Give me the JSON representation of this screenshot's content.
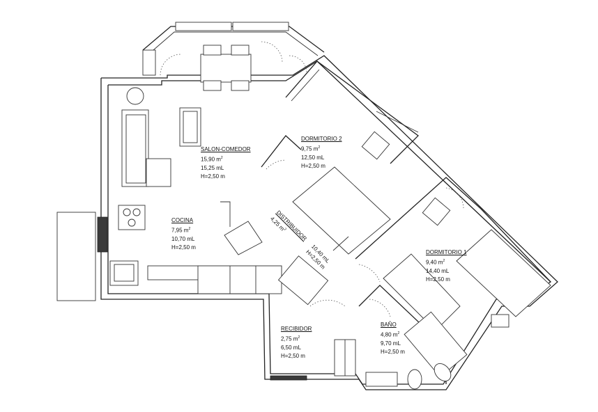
{
  "rooms": {
    "salon": {
      "name": "SALON-COMEDOR",
      "area_value": "15,90 m",
      "area_sup": "2",
      "perimeter": "15,25 mL",
      "height": "H=2,50 m"
    },
    "cocina": {
      "name": "COCINA",
      "area_value": "7,95 m",
      "area_sup": "2",
      "perimeter": "10,70 mL",
      "height": "H=2,50 m"
    },
    "dorm2": {
      "name": "DORMITORIO 2",
      "area_value": "9,75 m",
      "area_sup": "2",
      "perimeter": "12,50 mL",
      "height": "H=2,50 m"
    },
    "dorm1": {
      "name": "DORMITORIO 1",
      "area_value": "9,40 m",
      "area_sup": "2",
      "perimeter": "14,40 mL",
      "height": "H=2,50 m"
    },
    "distribuidor": {
      "name": "DISTRIBUIDOR",
      "area_value": "4,25 m",
      "area_sup": "2",
      "perimeter": "10,40 mL",
      "height": "H=2,50 m"
    },
    "bano": {
      "name": "BAÑO",
      "area_value": "4,80 m",
      "area_sup": "2",
      "perimeter": "9,70 mL",
      "height": "H=2,50 m"
    },
    "recibidor": {
      "name": "RECIBIDOR",
      "area_value": "2,75 m",
      "area_sup": "2",
      "perimeter": "6,50 mL",
      "height": "H=2,50 m"
    }
  }
}
